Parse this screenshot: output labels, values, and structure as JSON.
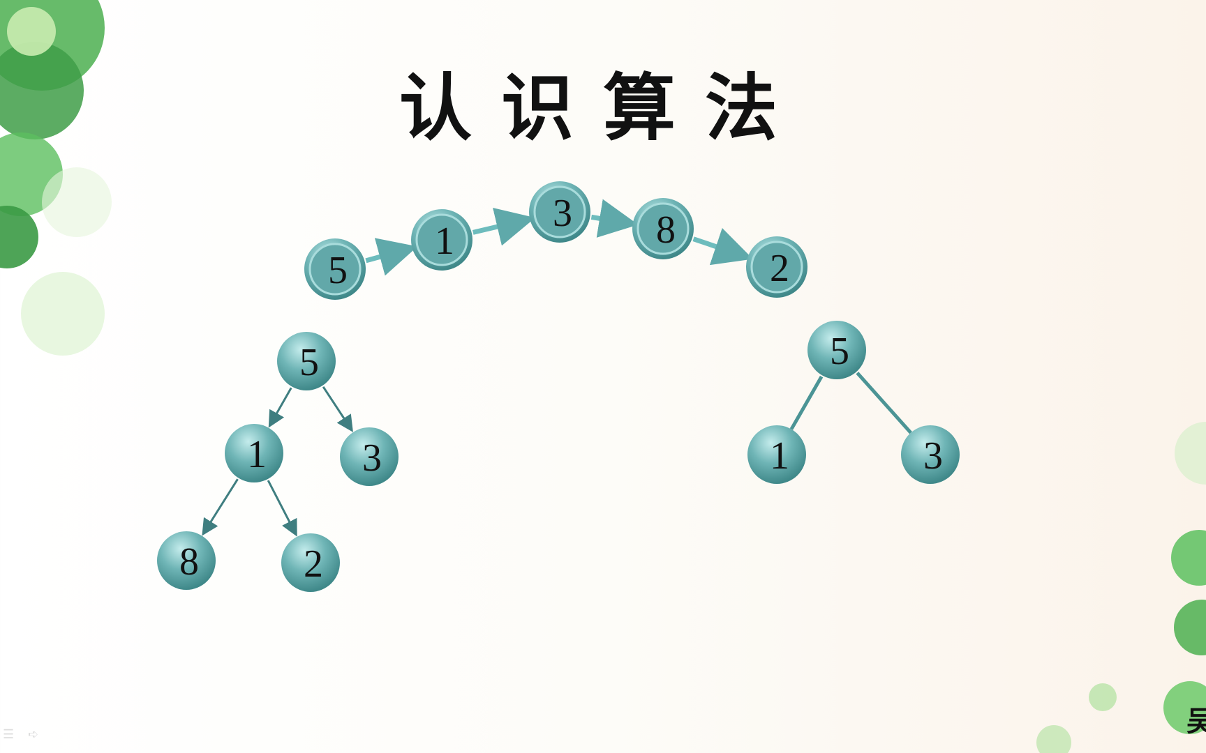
{
  "slide": {
    "title": "认识算法",
    "signature": "吴",
    "colors": {
      "node": "#5fa9aa",
      "node_light": "#bfe6e6",
      "edge": "#6dbcbd",
      "text": "#111111"
    }
  },
  "diagrams": {
    "chain": {
      "values": [
        "5",
        "1",
        "3",
        "8",
        "2"
      ],
      "edges": [
        [
          0,
          1
        ],
        [
          1,
          2
        ],
        [
          2,
          3
        ],
        [
          3,
          4
        ]
      ]
    },
    "left_tree": {
      "values": [
        "5",
        "1",
        "3",
        "8",
        "2"
      ],
      "edges": [
        [
          0,
          1
        ],
        [
          0,
          2
        ],
        [
          1,
          3
        ],
        [
          1,
          4
        ]
      ]
    },
    "right_tree": {
      "values": [
        "5",
        "1",
        "3"
      ],
      "edges": [
        [
          0,
          1
        ],
        [
          0,
          2
        ]
      ]
    }
  },
  "controls": {
    "menu_icon": "menu-icon",
    "next_icon": "arrow-right-icon"
  }
}
